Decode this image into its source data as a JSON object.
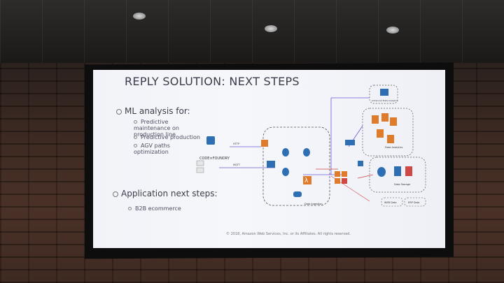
{
  "slide": {
    "title": "REPLY SOLUTION: NEXT STEPS",
    "section1": "ML analysis for:",
    "section1_items": [
      "Predictive maintenance on production line",
      "Predictive production",
      "AGV paths optimization"
    ],
    "section2": "Application next steps:",
    "section2_items": [
      "B2B ecommerce"
    ],
    "footer": "© 2018, Amazon Web Services, Inc. or its Affiliates. All rights reserved."
  },
  "diagram": {
    "data_ingestion_label": "Data Ingestion",
    "data_storage_label": "Data Storage",
    "data_analytics_label": "Data Analytics",
    "ml_analytics_label": "Advanced Data Analytics",
    "web_data_label": "WEB Data",
    "erp_data_label": "ERP Data",
    "codeforundry_label": "CODE×FOUNDRY",
    "mqtt_label": "MQTT",
    "http_label": "HTTP",
    "lambda_glyph": "λ"
  },
  "colors": {
    "screen_bg": "#f3f4f9",
    "title": "#3a3d4a",
    "aws_orange": "#e07b2b",
    "aws_blue": "#2e6fb3",
    "line_purple": "#6a5bd8",
    "line_red": "#d04747"
  }
}
